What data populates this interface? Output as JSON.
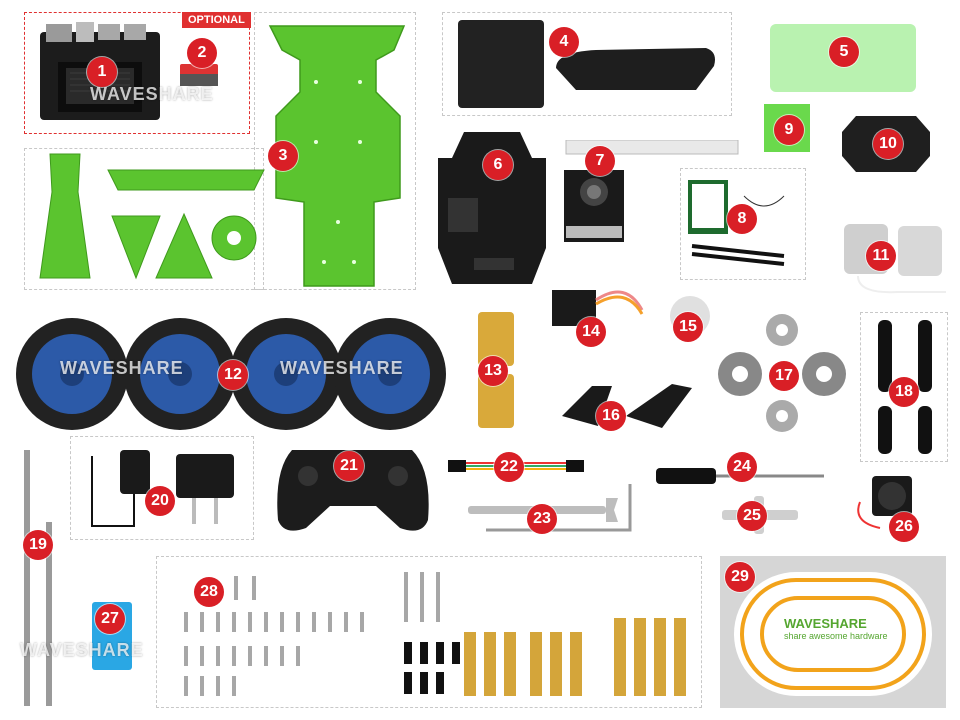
{
  "optional_label": "OPTIONAL",
  "watermark": "WAVESHARE",
  "logo": {
    "name": "WAVESHARE",
    "tagline": "share awesome hardware"
  },
  "badges": [
    "1",
    "2",
    "3",
    "4",
    "5",
    "6",
    "7",
    "8",
    "9",
    "10",
    "11",
    "12",
    "13",
    "14",
    "15",
    "16",
    "17",
    "18",
    "19",
    "20",
    "21",
    "22",
    "23",
    "24",
    "25",
    "26",
    "27",
    "28",
    "29"
  ],
  "colors": {
    "badge": "#d91f26",
    "green": "#58c22e",
    "mat": "#d7d7d7",
    "track": "#f2a31b"
  }
}
